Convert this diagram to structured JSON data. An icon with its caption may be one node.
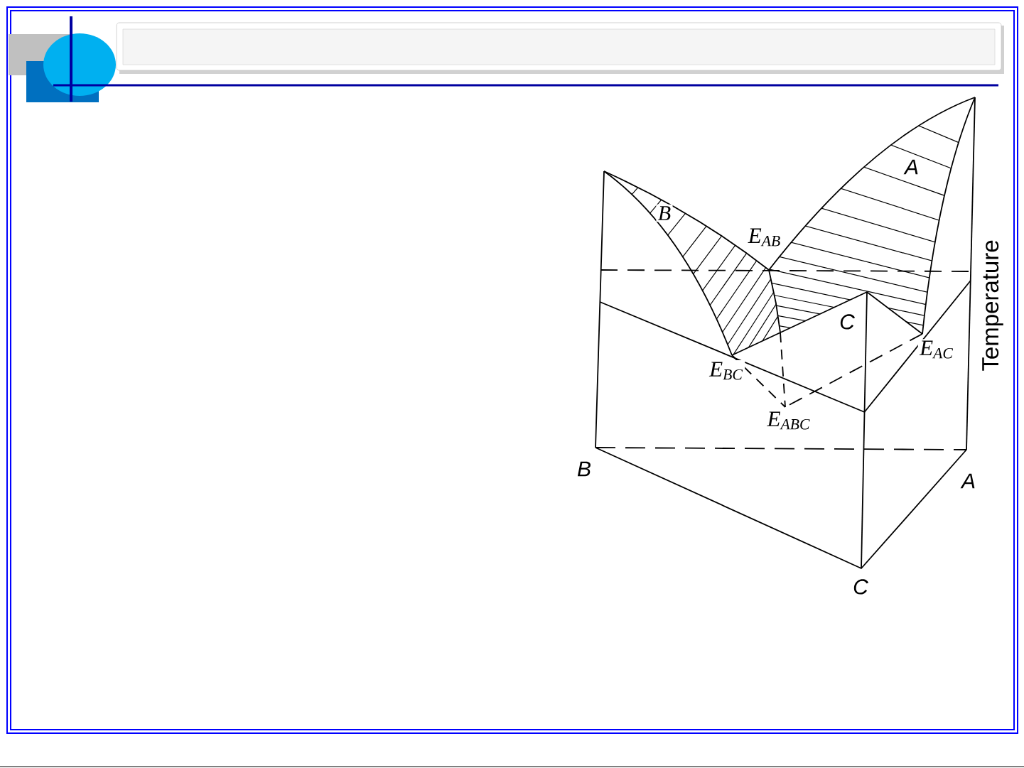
{
  "diagram": {
    "labels": [
      "A",
      "B",
      "E$_{AB}$",
      "Temperature",
      "C",
      "E$_{AC}$",
      "E$_{BC}$",
      "E$_{ABC}$",
      "B",
      "A",
      "C"
    ]
  }
}
